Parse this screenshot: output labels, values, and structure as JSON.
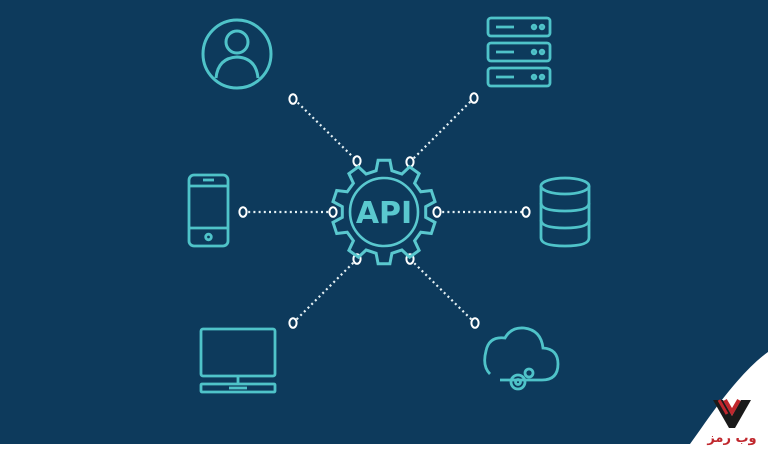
{
  "diagram": {
    "hub_label": "API",
    "colors": {
      "background": "#0d3a5c",
      "stroke": "#4fc3c9",
      "hub_stroke": "#5ac8cf",
      "corner_white": "#ffffff"
    },
    "nodes": [
      {
        "name": "user",
        "icon": "user-icon"
      },
      {
        "name": "server",
        "icon": "server-rack-icon"
      },
      {
        "name": "mobile",
        "icon": "smartphone-icon"
      },
      {
        "name": "database",
        "icon": "database-icon"
      },
      {
        "name": "desktop",
        "icon": "monitor-icon"
      },
      {
        "name": "cloud",
        "icon": "cloud-gear-icon"
      }
    ]
  },
  "brand": {
    "logo_icon": "webramz-logo-icon",
    "text": "وب رمز",
    "colors": {
      "dark": "#1a1a1a",
      "red": "#c0272d"
    }
  }
}
